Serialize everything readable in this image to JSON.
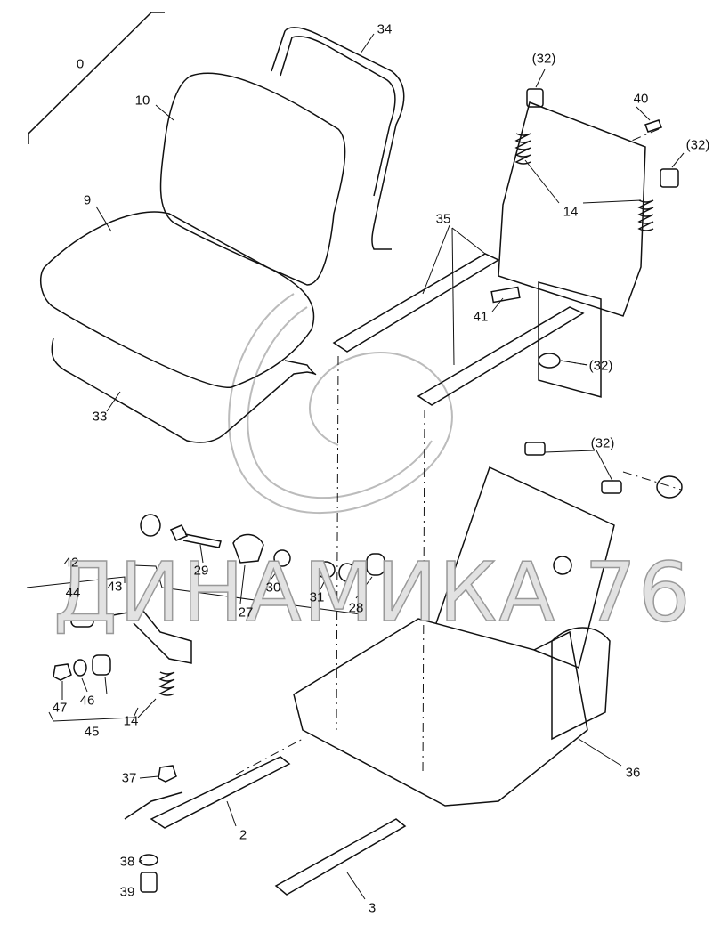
{
  "watermark": "ДИНАМИКА 76",
  "callouts": [
    {
      "id": "c0",
      "text": "0"
    },
    {
      "id": "c10",
      "text": "10"
    },
    {
      "id": "c34",
      "text": "34"
    },
    {
      "id": "c9",
      "text": "9"
    },
    {
      "id": "c33",
      "text": "33"
    },
    {
      "id": "c32a",
      "text": "(32)"
    },
    {
      "id": "c40",
      "text": "40"
    },
    {
      "id": "c32b",
      "text": "(32)"
    },
    {
      "id": "c14a",
      "text": "14"
    },
    {
      "id": "c35",
      "text": "35"
    },
    {
      "id": "c41",
      "text": "41"
    },
    {
      "id": "c32c",
      "text": "(32)"
    },
    {
      "id": "c32d",
      "text": "(32)"
    },
    {
      "id": "c42",
      "text": "42"
    },
    {
      "id": "c44",
      "text": "44"
    },
    {
      "id": "c43",
      "text": "43"
    },
    {
      "id": "c29",
      "text": "29"
    },
    {
      "id": "c30",
      "text": "30"
    },
    {
      "id": "c27",
      "text": "27"
    },
    {
      "id": "c31",
      "text": "31"
    },
    {
      "id": "c28",
      "text": "28"
    },
    {
      "id": "c47",
      "text": "47"
    },
    {
      "id": "c46",
      "text": "46"
    },
    {
      "id": "c45",
      "text": "45"
    },
    {
      "id": "c14b",
      "text": "14"
    },
    {
      "id": "c37",
      "text": "37"
    },
    {
      "id": "c2",
      "text": "2"
    },
    {
      "id": "c36",
      "text": "36"
    },
    {
      "id": "c38",
      "text": "38"
    },
    {
      "id": "c39",
      "text": "39"
    },
    {
      "id": "c3",
      "text": "3"
    }
  ]
}
